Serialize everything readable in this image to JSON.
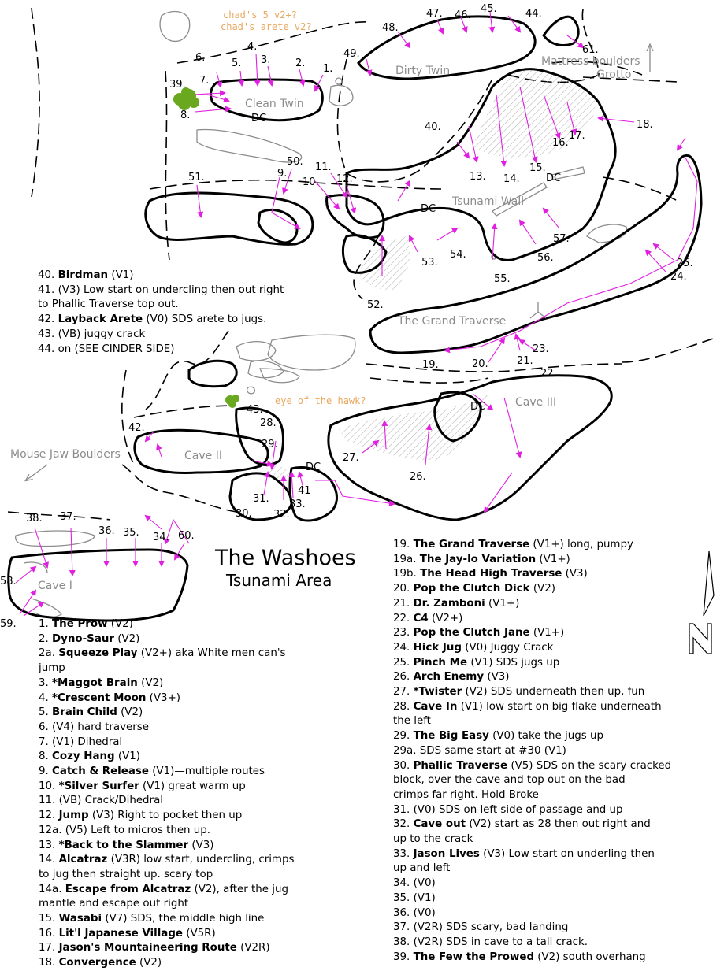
{
  "title": "The Washoes",
  "subtitle": "Tsunami Area",
  "area_labels": {
    "clean_twin": "Clean Twin",
    "dirty_twin": "Dirty Twin",
    "mattress": "Mattress boulders",
    "grotto": "Grotto",
    "tsunami_wall": "Tsunami Wall",
    "grand_traverse": "The Grand Traverse",
    "cave1": "Cave I",
    "cave2": "Cave II",
    "cave3": "Cave III",
    "mouse_jaw": "Mouse Jaw Boulders",
    "chads1": "chad's 5 v2+?",
    "chads2": "chad's arete v2?",
    "eye": "eye of the hawk?",
    "dc": "DC",
    "north": "N"
  },
  "map_labels": {
    "r1": "1.",
    "r2": "2.",
    "r3": "3.",
    "r4": "4.",
    "r5": "5.",
    "r6": "6.",
    "r7": "7.",
    "r8": "8.",
    "r9": "9.",
    "r10": "10.",
    "r11": "11.",
    "r12": "12.",
    "r13": "13.",
    "r14": "14.",
    "r15": "15.",
    "r16": "16.",
    "r17": "17.",
    "r18": "18.",
    "r19": "19.",
    "r20": "20.",
    "r21": "21.",
    "r22": "22.",
    "r23": "23.",
    "r24": "24.",
    "r25": "25.",
    "r26": "26.",
    "r27": "27.",
    "r28": "28.",
    "r29": "29.",
    "r30": "30.",
    "r31": "31.",
    "r32": "32.",
    "r33": "33.",
    "r34": "34.",
    "r35": "35.",
    "r36": "36.",
    "r37": "37.",
    "r38": "38.",
    "r39": "39.",
    "r40": "40.",
    "r41": "41",
    "r43": "43.",
    "r42": "42.",
    "r44": "44.",
    "r45": "45.",
    "r46": "46.",
    "r47": "47.",
    "r48": "48.",
    "r49": "49.",
    "r50": "50.",
    "r51": "51.",
    "r52": "52.",
    "r53": "53.",
    "r54": "54.",
    "r55": "55.",
    "r56": "56.",
    "r57": "57.",
    "r58": "58.",
    "r59": "59.",
    "r60": "60.",
    "r61": "61."
  },
  "legend_a": [
    {
      "num": "40.",
      "name": "Birdman",
      "desc": "(V1)"
    },
    {
      "num": "41.",
      "name": "",
      "desc": "(V3)  Low start on undercling then out right"
    },
    {
      "num": "",
      "name": "",
      "desc": "to Phallic Traverse top out."
    },
    {
      "num": "42.",
      "name": "Layback Arete",
      "desc": "(V0) SDS arete to jugs."
    },
    {
      "num": "43.",
      "name": "",
      "desc": "(VB) juggy crack"
    },
    {
      "num": "44.",
      "name": "",
      "desc": "on (SEE CINDER SIDE)"
    }
  ],
  "legend_b": [
    {
      "num": "1.",
      "name": "The Prow",
      "desc": "(V2)"
    },
    {
      "num": "2.",
      "name": "Dyno-Saur",
      "desc": "(V2)"
    },
    {
      "num": "2a.",
      "name": "Squeeze Play",
      "desc": "(V2+) aka White men can's"
    },
    {
      "num": "",
      "name": "",
      "desc": "jump"
    },
    {
      "num": "3.",
      "name": "*Maggot Brain",
      "desc": "(V2)"
    },
    {
      "num": "4.",
      "name": "*Crescent Moon",
      "desc": "(V3+)"
    },
    {
      "num": "5.",
      "name": "Brain Child",
      "desc": "(V2)"
    },
    {
      "num": "6.",
      "name": "",
      "desc": "(V4) hard traverse"
    },
    {
      "num": "7.",
      "name": "",
      "desc": "(V1) Dihedral"
    },
    {
      "num": "8.",
      "name": "Cozy Hang",
      "desc": "(V1)"
    },
    {
      "num": "9.",
      "name": "Catch & Release",
      "desc": "(V1)—multiple routes"
    },
    {
      "num": "10.",
      "name": "*Silver Surfer",
      "desc": "(V1) great warm up"
    },
    {
      "num": "11.",
      "name": "",
      "desc": "(VB) Crack/Dihedral"
    },
    {
      "num": "12.",
      "name": "Jump",
      "desc": "(V3) Right to pocket then up"
    },
    {
      "num": "12a.",
      "name": "",
      "desc": "(V5) Left to micros then up."
    },
    {
      "num": "13.",
      "name": "*Back to the Slammer",
      "desc": "(V3)"
    },
    {
      "num": "14.",
      "name": "Alcatraz",
      "desc": "(V3R) low start, undercling, crimps"
    },
    {
      "num": "",
      "name": "",
      "desc": "to jug then straight up.  scary top"
    },
    {
      "num": "14a.",
      "name": "Escape from Alcatraz",
      "desc": "(V2), after the jug"
    },
    {
      "num": "",
      "name": "",
      "desc": "mantle and escape out right"
    },
    {
      "num": "15.",
      "name": "Wasabi",
      "desc": "(V7) SDS, the middle high line"
    },
    {
      "num": "16.",
      "name": "Lit'l Japanese Village",
      "desc": "(V5R)"
    },
    {
      "num": "17.",
      "name": "Jason's Mountaineering Route",
      "desc": "(V2R)"
    },
    {
      "num": "18.",
      "name": "Convergence",
      "desc": "(V2)"
    }
  ],
  "legend_c": [
    {
      "num": "19.",
      "name": "The Grand Traverse",
      "desc": "(V1+) long, pumpy"
    },
    {
      "num": "19a.",
      "name": "The Jay-lo Variation",
      "desc": "(V1+)"
    },
    {
      "num": "19b.",
      "name": "The Head High Traverse",
      "desc": "(V3)"
    },
    {
      "num": "20.",
      "name": "Pop the Clutch Dick",
      "desc": "(V2)"
    },
    {
      "num": "21.",
      "name": "Dr. Zamboni",
      "desc": "(V1+)"
    },
    {
      "num": "22.",
      "name": "C4",
      "desc": "(V2+)"
    },
    {
      "num": "23.",
      "name": "Pop the Clutch Jane",
      "desc": "(V1+)"
    },
    {
      "num": "24.",
      "name": "Hick Jug",
      "desc": "(V0) Juggy Crack"
    },
    {
      "num": "25.",
      "name": "Pinch Me",
      "desc": "(V1) SDS jugs up"
    },
    {
      "num": "26.",
      "name": "Arch Enemy",
      "desc": "(V3)"
    },
    {
      "num": "27.",
      "name": "*Twister",
      "desc": "(V2) SDS underneath then up, fun"
    },
    {
      "num": "28.",
      "name": "Cave In",
      "desc": "(V1) low start on big flake underneath"
    },
    {
      "num": "",
      "name": "",
      "desc": "the left"
    },
    {
      "num": "29.",
      "name": "The Big Easy",
      "desc": "(V0) take the jugs up"
    },
    {
      "num": "29a.",
      "name": "",
      "desc": "SDS same start at #30 (V1)"
    },
    {
      "num": "30.",
      "name": "Phallic Traverse",
      "desc": "(V5) SDS on the scary cracked"
    },
    {
      "num": "",
      "name": "",
      "desc": "block, over the cave and top out on the bad"
    },
    {
      "num": "",
      "name": "",
      "desc": "crimps far right.   Hold Broke"
    },
    {
      "num": "31.",
      "name": "",
      "desc": "(V0) SDS on left side of passage and up"
    },
    {
      "num": "32.",
      "name": "Cave out",
      "desc": "(V2) start as 28 then out right and"
    },
    {
      "num": "",
      "name": "",
      "desc": "up to the crack"
    },
    {
      "num": "33.",
      "name": "Jason Lives",
      "desc": "(V3) Low start on underling then"
    },
    {
      "num": "",
      "name": "",
      "desc": "up and left"
    },
    {
      "num": "34.",
      "name": "",
      "desc": "(V0)"
    },
    {
      "num": "35.",
      "name": "",
      "desc": "(V1)"
    },
    {
      "num": "36.",
      "name": "",
      "desc": "(V0)"
    },
    {
      "num": "37.",
      "name": "",
      "desc": "(V2R) SDS scary, bad landing"
    },
    {
      "num": "38.",
      "name": "",
      "desc": "(V2R) SDS in cave to a tall crack."
    },
    {
      "num": "39.",
      "name": "The Few the Prowed",
      "desc": "(V2) south overhang"
    }
  ],
  "colors": {
    "route_arrow": "#e020e0",
    "boulder_outline": "#000000",
    "minor_rock": "#8c8c8c",
    "tree": "#6aa820",
    "speculative_text": "#e8a860"
  },
  "icons": [
    "tree-icon",
    "north-arrow-icon",
    "direction-arrow-icon"
  ]
}
